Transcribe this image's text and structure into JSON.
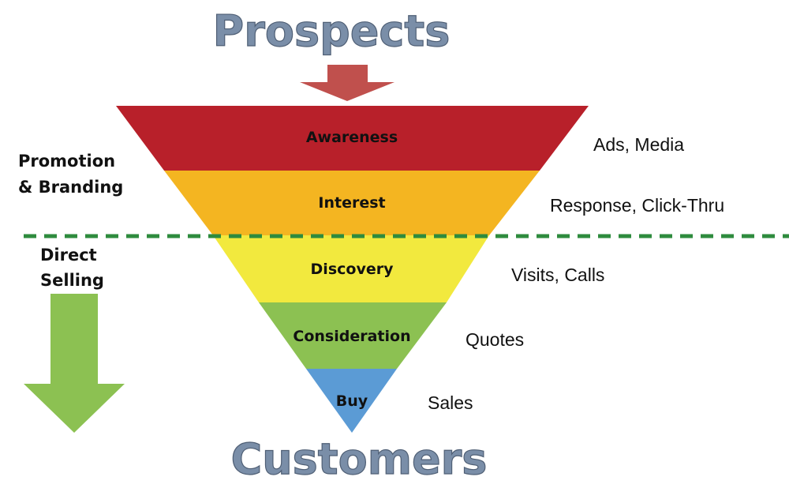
{
  "top_title": "Prospects",
  "bottom_title": "Customers",
  "stages": [
    {
      "label": "Awareness",
      "metric": "Ads, Media",
      "color": "#b8202a"
    },
    {
      "label": "Interest",
      "metric": "Response, Click-Thru",
      "color": "#f4b521"
    },
    {
      "label": "Discovery",
      "metric": "Visits, Calls",
      "color": "#f2e93e"
    },
    {
      "label": "Consideration",
      "metric": "Quotes",
      "color": "#8cc152"
    },
    {
      "label": "Buy",
      "metric": "Sales",
      "color": "#5b9bd5"
    }
  ],
  "side_labels": {
    "promotion_line1": "Promotion",
    "promotion_line2": "& Branding",
    "direct_line1": "Direct",
    "direct_line2": "Selling"
  },
  "colors": {
    "prospects_arrow": "#c0504d",
    "direct_selling_arrow": "#8cc152",
    "divider": "#2e8b3e",
    "title_fill": "#7a8ea8"
  }
}
